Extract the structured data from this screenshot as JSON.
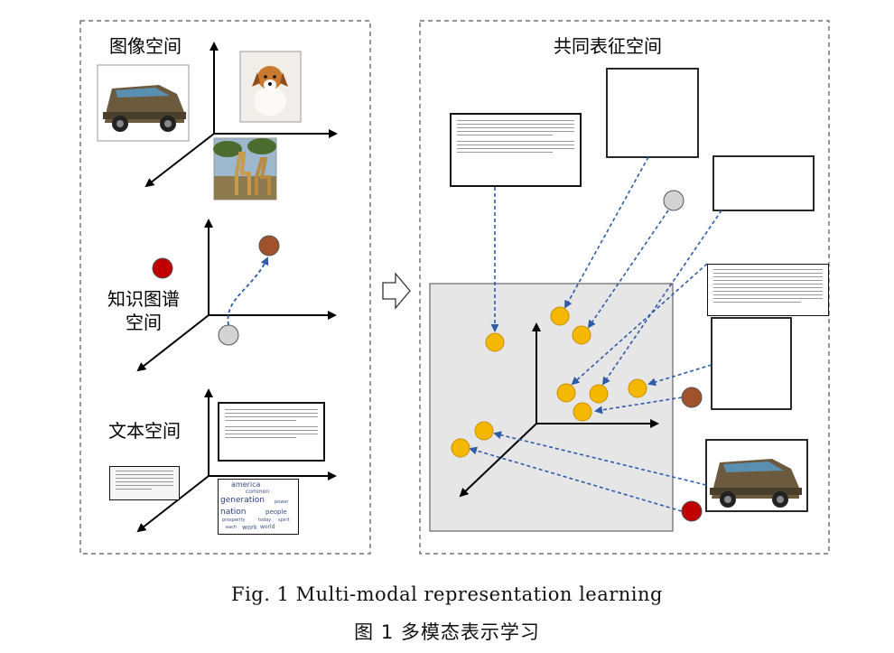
{
  "left_panel": {
    "image_space_label": "图像空间",
    "kg_space_label_line1": "知识图谱",
    "kg_space_label_line2": "空间",
    "text_space_label": "文本空间",
    "wordcloud_words": [
      "america",
      "common",
      "generation",
      "nation",
      "people",
      "power",
      "work",
      "world",
      "today",
      "prosperity",
      "spirit",
      "each"
    ]
  },
  "right_panel": {
    "title": "共同表征空间"
  },
  "colors": {
    "node_yellow": "#f5b800",
    "node_brown": "#a0522d",
    "node_red": "#c00000",
    "node_gray": "#d3d3d3",
    "arrow_blue": "#2e5ca8",
    "shared_space_fill": "#e6e6e6"
  },
  "caption": {
    "en": "Fig. 1   Multi-modal representation learning",
    "cn": "图 1   多模态表示学习"
  }
}
